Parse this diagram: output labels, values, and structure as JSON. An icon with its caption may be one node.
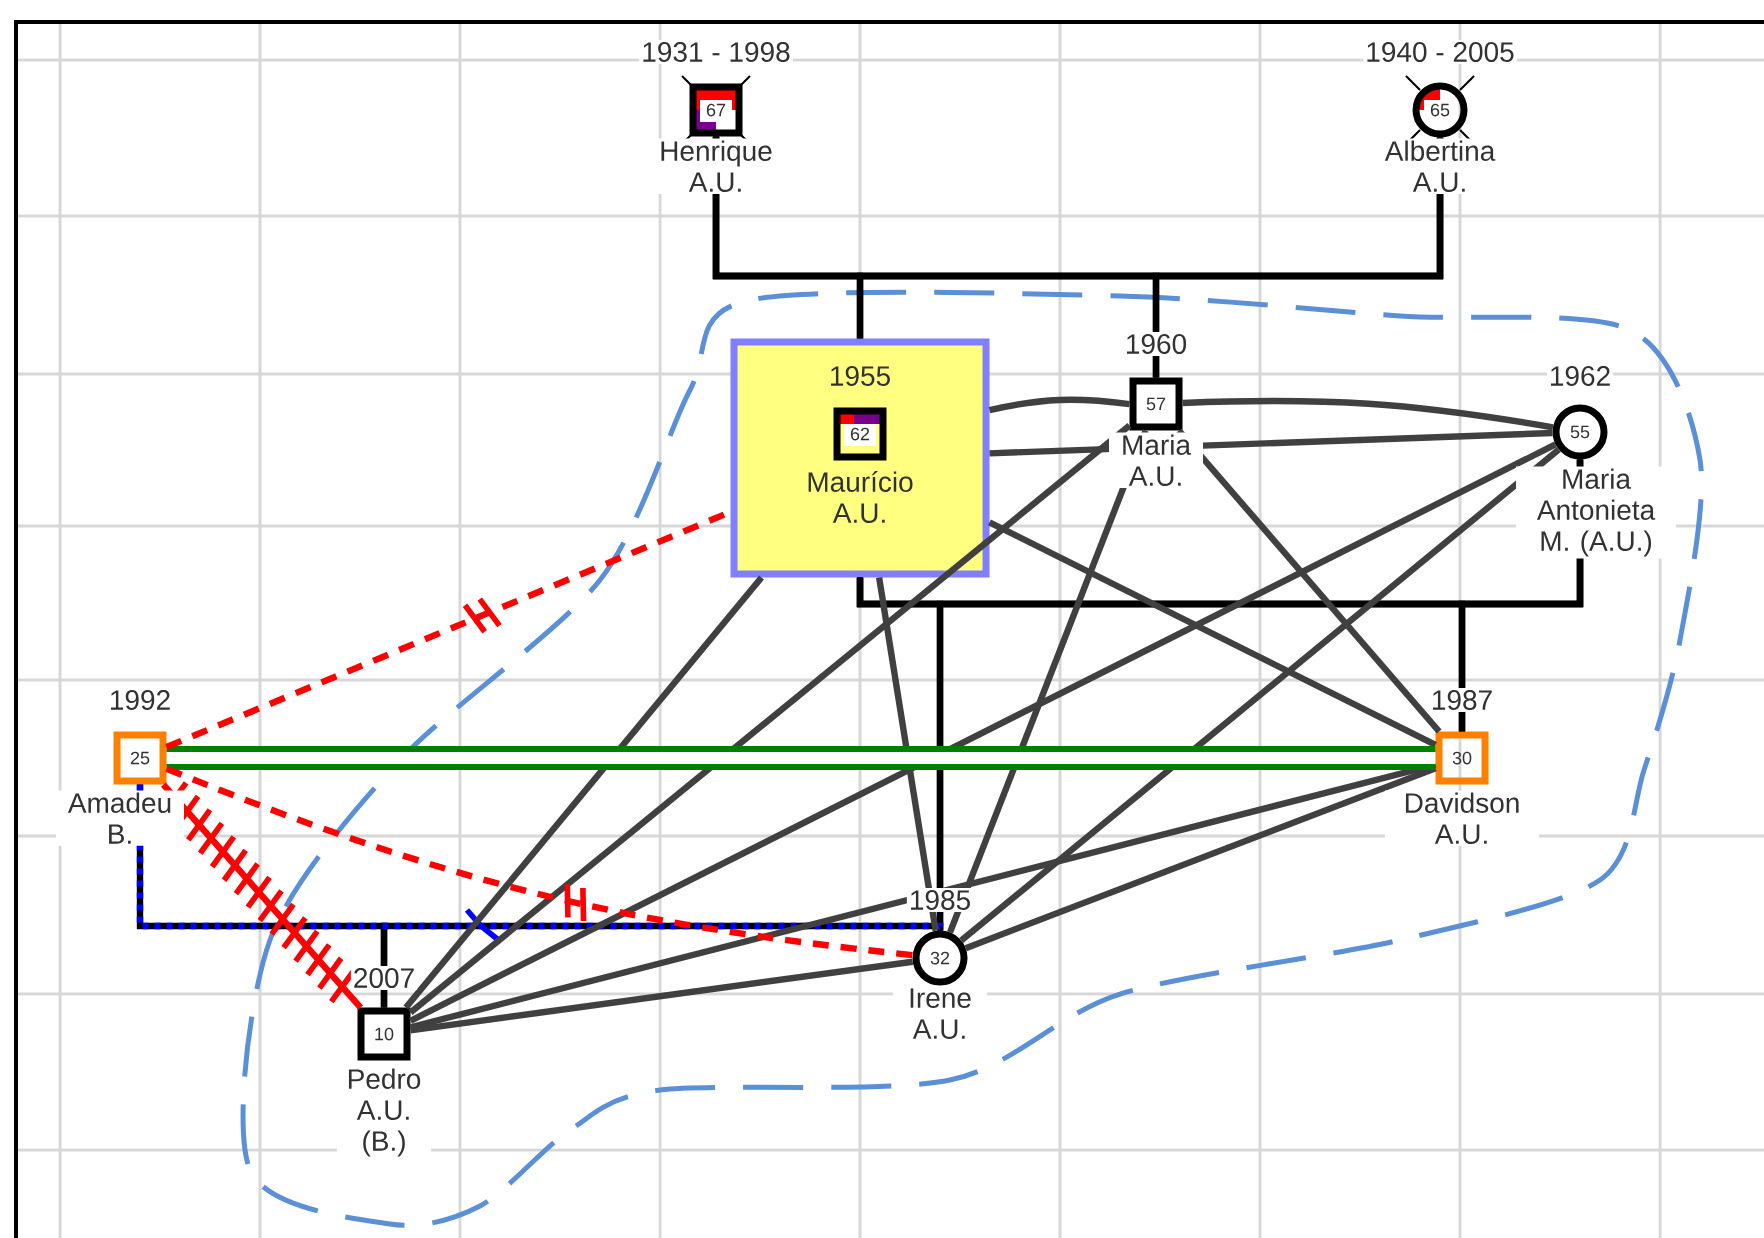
{
  "diagram": {
    "nodes": [
      {
        "text": [
          "67"
        ],
        "beside": [
          "1931 - 1998",
          "Henrique A.U."
        ]
      },
      {
        "text": [
          "65"
        ],
        "beside": [
          "1940 - 2005",
          "Albertina A.U."
        ]
      },
      {
        "text": [
          "1955",
          "Maurício A.U."
        ]
      },
      {
        "text": [
          "62"
        ],
        "in": 2
      },
      {
        "text": [
          "57"
        ],
        "beside": [
          "1960",
          "Maria A.U."
        ]
      },
      {
        "text": [
          "55"
        ],
        "beside": [
          "1962",
          "Maria Antonieta M. (A.U.)"
        ]
      },
      {
        "text": [
          "25"
        ],
        "beside": [
          "1992",
          "Amadeu B."
        ]
      },
      {
        "text": [
          "30"
        ],
        "beside": [
          "1987",
          "Davidson A.U."
        ]
      },
      {
        "text": [
          "32"
        ],
        "beside": [
          "1985",
          "Irene A.U."
        ]
      },
      {
        "text": [
          "10"
        ],
        "beside": [
          "2007",
          "Pedro A.U. (B.)"
        ]
      }
    ],
    "edges": [
      {
        "from": 0,
        "to": 1,
        "arrow": "none",
        "color": "#000000"
      },
      {
        "from": 0,
        "to": 2,
        "arrow": "none",
        "color": "#000000"
      },
      {
        "from": 1,
        "to": 2,
        "arrow": "none",
        "color": "#000000"
      },
      {
        "from": 0,
        "to": 4,
        "arrow": "none",
        "color": "#000000"
      },
      {
        "from": 1,
        "to": 4,
        "arrow": "none",
        "color": "#000000"
      },
      {
        "from": 2,
        "to": 5,
        "arrow": "none",
        "color": "#000000"
      },
      {
        "from": 2,
        "to": 8,
        "arrow": "none",
        "color": "#000000"
      },
      {
        "from": 5,
        "to": 8,
        "arrow": "none",
        "color": "#000000"
      },
      {
        "from": 2,
        "to": 7,
        "arrow": "none",
        "color": "#000000"
      },
      {
        "from": 5,
        "to": 7,
        "arrow": "none",
        "color": "#000000"
      },
      {
        "from": 6,
        "to": 9,
        "arrow": "none",
        "color": "#000000"
      },
      {
        "from": 8,
        "to": 9,
        "arrow": "none",
        "color": "#000000"
      },
      {
        "from": 6,
        "to": 8,
        "arrow": "none",
        "style": "dashed",
        "color": "#0000ff"
      },
      {
        "from": 2,
        "to": 4,
        "arrow": "none"
      },
      {
        "from": 2,
        "to": 5,
        "arrow": "none"
      },
      {
        "from": 4,
        "to": 5,
        "arrow": "none"
      },
      {
        "from": 9,
        "to": 2,
        "arrow": "none"
      },
      {
        "from": 9,
        "to": 4,
        "arrow": "none"
      },
      {
        "from": 9,
        "to": 5,
        "arrow": "none"
      },
      {
        "from": 9,
        "to": 8,
        "arrow": "none"
      },
      {
        "from": 9,
        "to": 7,
        "arrow": "none"
      },
      {
        "from": 8,
        "to": 2,
        "arrow": "none"
      },
      {
        "from": 8,
        "to": 4,
        "arrow": "none"
      },
      {
        "from": 8,
        "to": 5,
        "arrow": "none"
      },
      {
        "from": 8,
        "to": 7,
        "arrow": "none"
      },
      {
        "from": 7,
        "to": 2,
        "arrow": "none"
      },
      {
        "from": 7,
        "to": 4,
        "arrow": "none"
      },
      {
        "from": 6,
        "to": 7,
        "arrow": "none",
        "style": "thick",
        "color": "#008000"
      },
      {
        "from": 6,
        "to": 2,
        "arrow": "none",
        "style": "dashed",
        "color": "#ff0000"
      },
      {
        "from": 6,
        "to": 8,
        "arrow": "none",
        "style": "dashed",
        "color": "#ff0000"
      },
      {
        "from": 6,
        "to": 9,
        "arrow": "none",
        "color": "#ff0000"
      }
    ]
  }
}
